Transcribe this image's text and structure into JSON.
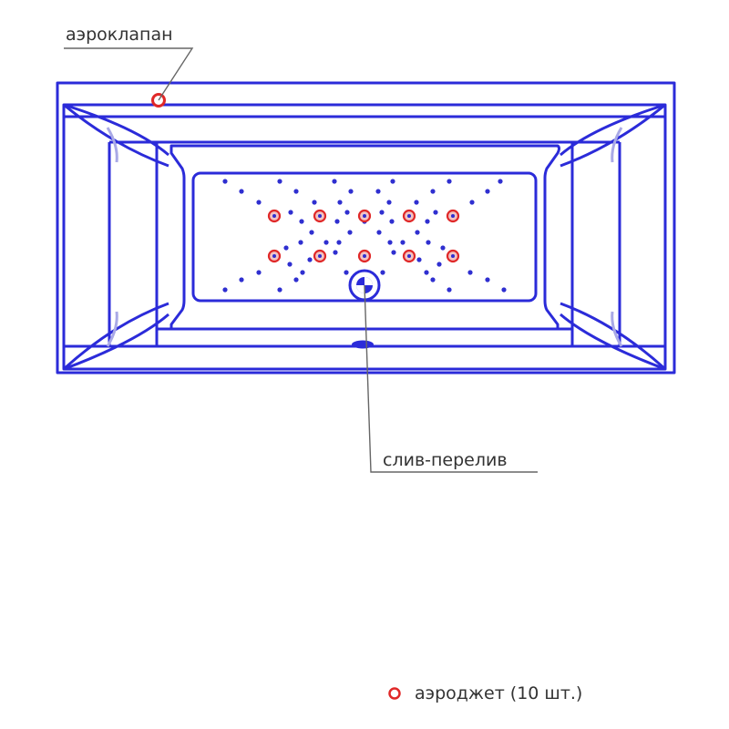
{
  "labels": {
    "aero_valve": "аэроклапан",
    "drain": "слив-перелив",
    "legend_aerojet": "аэроджет (10 шт.)"
  },
  "colors": {
    "outline": "#2b2bd9",
    "outline_light": "#a9a9e6",
    "dot": "#2f2fd0",
    "jet_ring": "#e02828",
    "jet_fill": "#f1c3c3",
    "leader": "#666666",
    "text": "#333333"
  },
  "aerojet_count": 10,
  "icons": {
    "aero_valve": "red-ring-icon",
    "aerojet": "red-ring-icon",
    "drain": "circular-drain-icon",
    "overflow": "oval-overflow-icon"
  }
}
